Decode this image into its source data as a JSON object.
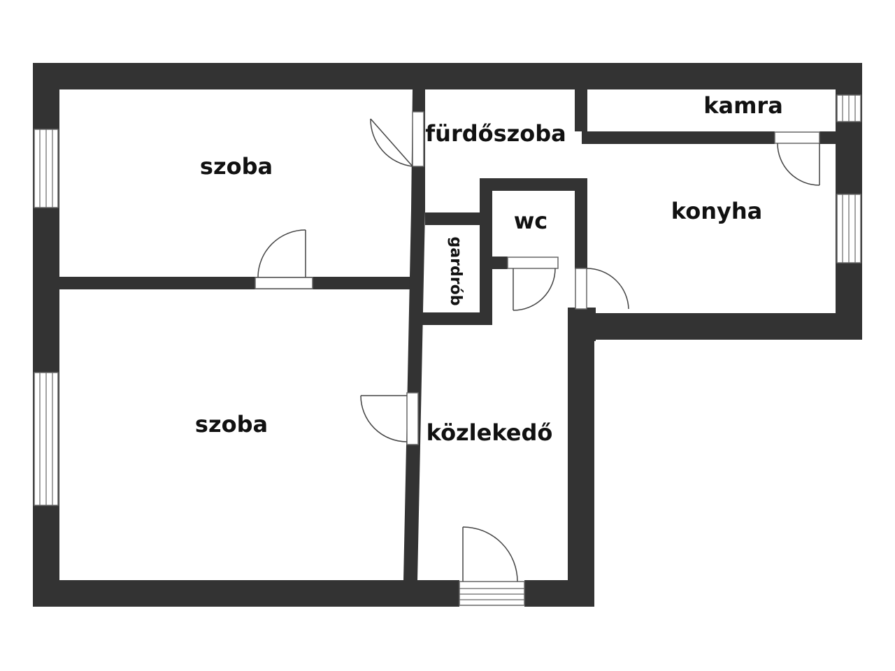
{
  "rooms": {
    "szoba_top": "szoba",
    "szoba_bottom": "szoba",
    "furdoszoba": "fürdőszoba",
    "kamra": "kamra",
    "konyha": "konyha",
    "wc": "wc",
    "gardrob": "gardrób",
    "kozlekedo": "közlekedő"
  },
  "colors": {
    "wall": "#333333",
    "background": "#ffffff",
    "text": "#111111"
  }
}
